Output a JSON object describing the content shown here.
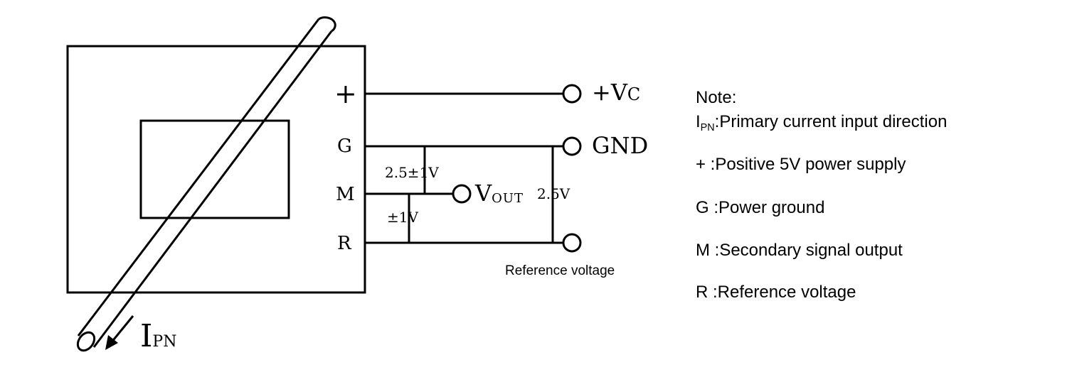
{
  "diagram": {
    "pins": {
      "plus": "+",
      "g": "G",
      "m": "M",
      "r": "R"
    },
    "terminals": {
      "vc_main": "+V",
      "vc_sub": "C",
      "gnd": "GND",
      "vout_main": "V",
      "vout_sub": "OUT",
      "reference": "Reference voltage"
    },
    "voltages": {
      "gm": "2.5±1V",
      "mr": "±1V",
      "gr": "2.5V"
    },
    "current_main": "I",
    "current_sub": "PN"
  },
  "notes": {
    "heading": "Note:",
    "ipn_main": "I",
    "ipn_sub": "PN",
    "ipn_desc": ":Primary current input direction",
    "plus": "+ :Positive 5V power supply",
    "g": "G :Power ground",
    "m": "M :Secondary signal output",
    "r": "R :Reference voltage"
  }
}
